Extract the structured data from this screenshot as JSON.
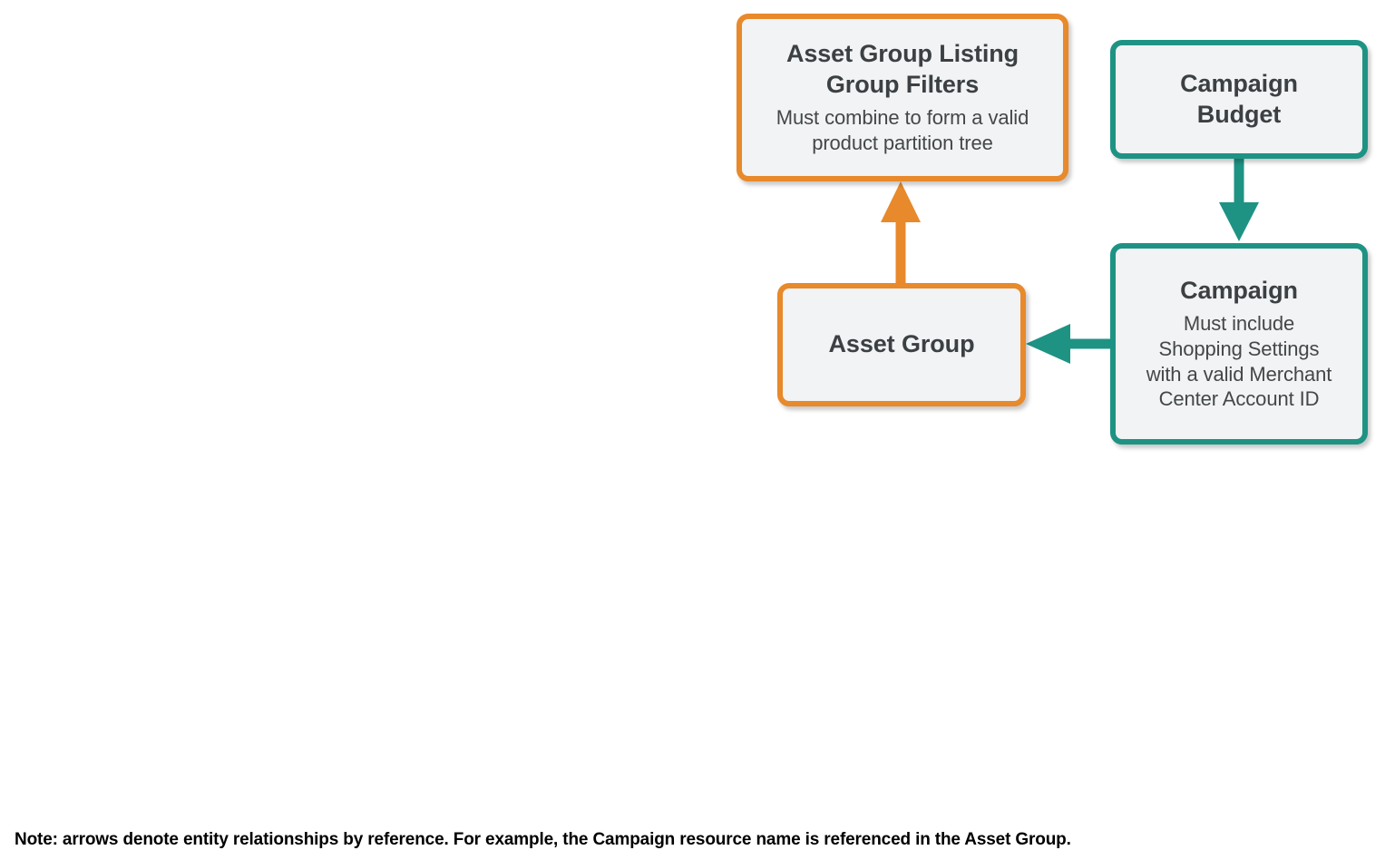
{
  "diagram": {
    "type": "entity-relationship",
    "background_color": "#FFFFFF",
    "palette": {
      "orange": "#E8892B",
      "teal": "#1E9384",
      "node_fill": "#F1F3F4",
      "title_text": "#3C4043",
      "subtitle_text": "#444749",
      "footnote_text": "#000000"
    },
    "nodes": [
      {
        "id": "asset-group-listing-group-filters",
        "title": "Asset Group Listing Group Filters",
        "title_lines": [
          "Asset Group Listing",
          "Group Filters"
        ],
        "subtitle": "Must combine to form a valid product partition tree",
        "subtitle_lines": [
          "Must combine to form a valid",
          "product partition tree"
        ],
        "accent": "#E8892B",
        "accent_name": "orange"
      },
      {
        "id": "campaign-budget",
        "title": "Campaign Budget",
        "title_lines": [
          "Campaign",
          "Budget"
        ],
        "subtitle": "",
        "accent": "#1E9384",
        "accent_name": "teal"
      },
      {
        "id": "asset-group",
        "title": "Asset Group",
        "title_lines": [
          "Asset Group"
        ],
        "subtitle": "",
        "accent": "#E8892B",
        "accent_name": "orange"
      },
      {
        "id": "campaign",
        "title": "Campaign",
        "title_lines": [
          "Campaign"
        ],
        "subtitle": "Must include Shopping Settings with a valid Merchant Center Account ID",
        "subtitle_lines": [
          "Must include",
          "Shopping Settings",
          "with a valid Merchant",
          "Center Account ID"
        ],
        "accent": "#1E9384",
        "accent_name": "teal"
      }
    ],
    "edges": [
      {
        "id": "asset-group-to-filters",
        "from": "asset-group",
        "to": "asset-group-listing-group-filters",
        "direction": "up",
        "color": "#E8892B"
      },
      {
        "id": "budget-to-campaign",
        "from": "campaign-budget",
        "to": "campaign",
        "direction": "down",
        "color": "#1E9384"
      },
      {
        "id": "campaign-to-asset-group",
        "from": "campaign",
        "to": "asset-group",
        "direction": "left",
        "color": "#1E9384"
      }
    ],
    "footnote": "Note: arrows denote entity relationships by reference. For example, the Campaign resource name is referenced in the Asset Group."
  }
}
